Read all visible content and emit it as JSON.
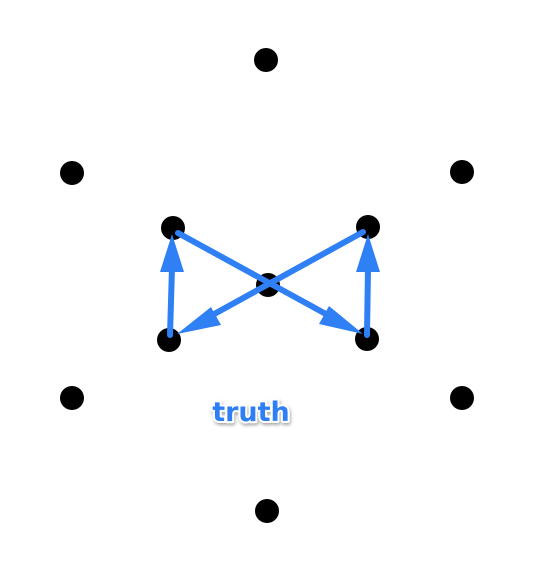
{
  "label": {
    "text": "truth",
    "color": "#2f7ff5"
  },
  "colors": {
    "dot": "#000000",
    "arrow": "#2f7ff5",
    "background": "#ffffff"
  },
  "dot_count": 11,
  "arrow_count": 4
}
